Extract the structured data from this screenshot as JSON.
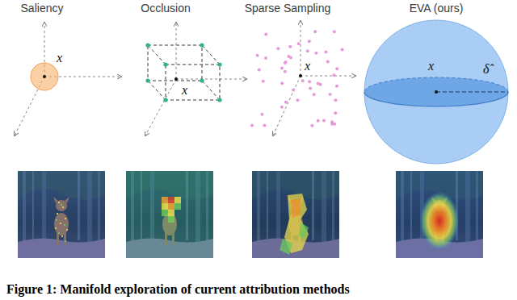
{
  "diagram": {
    "caption": "Figure 1: Manifold exploration of current attribution methods",
    "nodes": [
      {
        "text": [
          "x",
          "δ̂"
        ]
      }
    ],
    "labels": [
      "Saliency",
      "Occlusion",
      "Sparse Sampling",
      "EVA (ours)",
      "x",
      "x",
      "x"
    ]
  }
}
